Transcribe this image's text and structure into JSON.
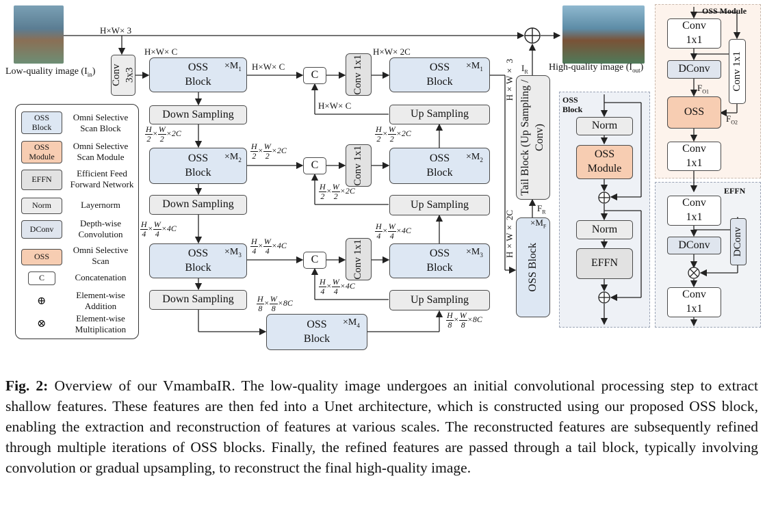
{
  "inputs": {
    "low_quality": "Low-quality image (I",
    "low_quality_sub": "in",
    "high_quality": "High-quality image (I",
    "high_quality_sub": "out"
  },
  "labels": {
    "hw3": "H×W× 3",
    "hwc1": "H×W× C",
    "hwc2": "H×W× C",
    "hw2c": "H×W× 2C",
    "hwc_up": "H×W× C",
    "hw3_vert": "H×W× 3",
    "hw2c_vert": "H×W× 2C",
    "ir": "I",
    "ir_sub": "R",
    "fr": "F",
    "fr_sub": "R",
    "fo1": "F",
    "fo1_sub": "O1",
    "fo2": "F",
    "fo2_sub": "O2"
  },
  "blocks": {
    "conv3x3": "Conv 3x3",
    "oss_block": "OSS Block",
    "oss_line1": "OSS",
    "oss_line2": "Block",
    "m1": "×M",
    "m1_sub": "1",
    "m2_sub": "2",
    "m3_sub": "3",
    "m4_sub": "4",
    "mf_sub": "F",
    "down": "Down Sampling",
    "up": "Up Sampling",
    "concat": "C",
    "conv1x1": "Conv 1x1",
    "tail": "Tail Block (Up Sampling / Conv)"
  },
  "legend": [
    {
      "key": "OSS Block",
      "desc": "Omni Selective Scan Block"
    },
    {
      "key": "OSS Module",
      "desc": "Omni Selective Scan Module"
    },
    {
      "key": "EFFN",
      "desc": "Efficient Feed Forward Network"
    },
    {
      "key": "Norm",
      "desc": "Layernorm"
    },
    {
      "key": "DConv",
      "desc": "Depth-wise Convolution"
    },
    {
      "key": "OSS",
      "desc": "Omni Selective Scan"
    },
    {
      "key": "C",
      "desc": "Concatenation"
    },
    {
      "key": "⊕",
      "desc": "Element-wise Addition"
    },
    {
      "key": "⊗",
      "desc": "Element-wise Multiplication"
    }
  ],
  "oss_block_panel": {
    "title": "OSS Block",
    "norm": "Norm",
    "oss_module": "OSS Module",
    "effn": "EFFN"
  },
  "oss_module_panel": {
    "title": "OSS Module",
    "conv": "Conv 1x1",
    "dconv": "DConv",
    "oss": "OSS",
    "side_conv": "Conv 1x1"
  },
  "effn_panel": {
    "title": "EFFN",
    "conv": "Conv 1x1",
    "dconv": "DConv"
  },
  "caption": {
    "label": "Fig. 2:",
    "text": "Overview of our VmambaIR. The low-quality image undergoes an initial convolutional processing step to extract shallow features. These features are then fed into a Unet architecture, which is constructed using our proposed OSS block, enabling the extraction and reconstruction of features at various scales. The reconstructed features are subsequently refined through multiple iterations of OSS blocks. Finally, the refined features are passed through a tail block, typically involving convolution or gradual upsampling, to reconstruct the final high-quality image."
  }
}
